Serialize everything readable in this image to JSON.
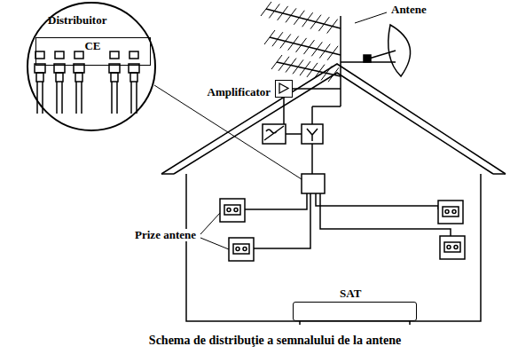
{
  "diagram": {
    "caption": "Schema de distribuţie a semnalului de la antene",
    "nodes": [
      {
        "text": [
          "Distribuitor"
        ]
      },
      {
        "text": [
          "CE"
        ],
        "in": 0
      },
      {
        "text": [
          "Amplificator"
        ]
      },
      {
        "text": [
          "SAT"
        ]
      }
    ],
    "labels": [
      "Antene",
      "Prize antene"
    ]
  }
}
